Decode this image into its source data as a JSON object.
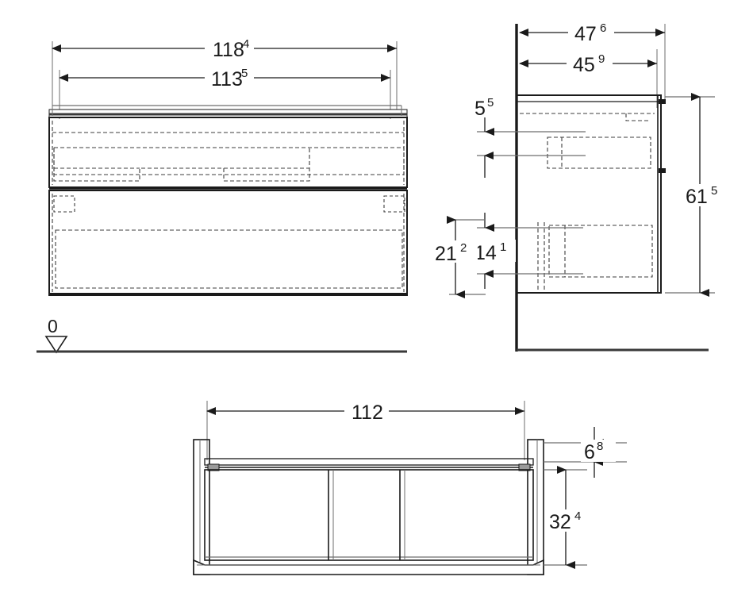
{
  "drawing": {
    "title": "Bathroom vanity cabinet technical drawing",
    "units_note": "",
    "line_color": "#1a1a1a",
    "hidden_line_color": "#3c3c3c",
    "thin_line_color": "#6e6e6e"
  },
  "views": {
    "front": {
      "name": "front-elevation"
    },
    "side": {
      "name": "side-elevation"
    },
    "plan": {
      "name": "plan-view"
    }
  },
  "datum": {
    "label": "0"
  },
  "dimensions": {
    "front_overall_width": {
      "value": "118",
      "sup": "4"
    },
    "front_inner_width": {
      "value": "113",
      "sup": "5"
    },
    "side_overall_depth": {
      "value": "47",
      "sup": "6"
    },
    "side_inner_depth": {
      "value": "45",
      "sup": "9"
    },
    "side_top_offset": {
      "value": "5",
      "sup": "5"
    },
    "side_lower_outer": {
      "value": "21",
      "sup": "2"
    },
    "side_lower_inner": {
      "value": "14",
      "sup": "1"
    },
    "side_total_height": {
      "value": "61",
      "sup": "5"
    },
    "plan_width": {
      "value": "112",
      "sup": ""
    },
    "plan_front_band": {
      "value": "6",
      "sup": "8"
    },
    "plan_depth": {
      "value": "32",
      "sup": "4"
    }
  }
}
